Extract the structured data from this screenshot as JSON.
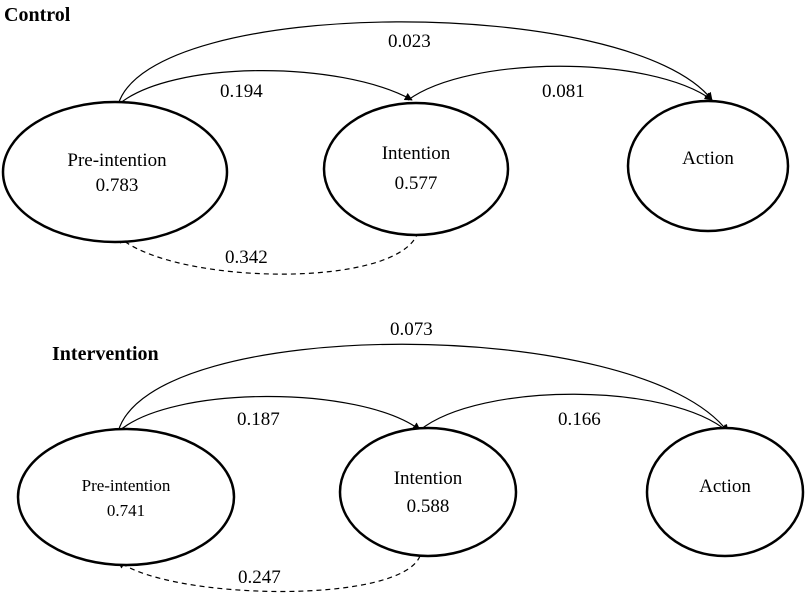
{
  "panels": [
    {
      "title": "Control",
      "nodes": {
        "pre": {
          "label": "Pre-intention",
          "value": "0.783"
        },
        "int": {
          "label": "Intention",
          "value": "0.577"
        },
        "act": {
          "label": "Action"
        }
      },
      "edges": {
        "pre_to_act": "0.023",
        "pre_to_int": "0.194",
        "int_to_act": "0.081",
        "int_to_pre": "0.342"
      }
    },
    {
      "title": "Intervention",
      "nodes": {
        "pre": {
          "label": "Pre-intention",
          "value": "0.741"
        },
        "int": {
          "label": "Intention",
          "value": "0.588"
        },
        "act": {
          "label": "Action"
        }
      },
      "edges": {
        "pre_to_act": "0.073",
        "pre_to_int": "0.187",
        "int_to_act": "0.166",
        "int_to_pre": "0.247"
      }
    }
  ]
}
